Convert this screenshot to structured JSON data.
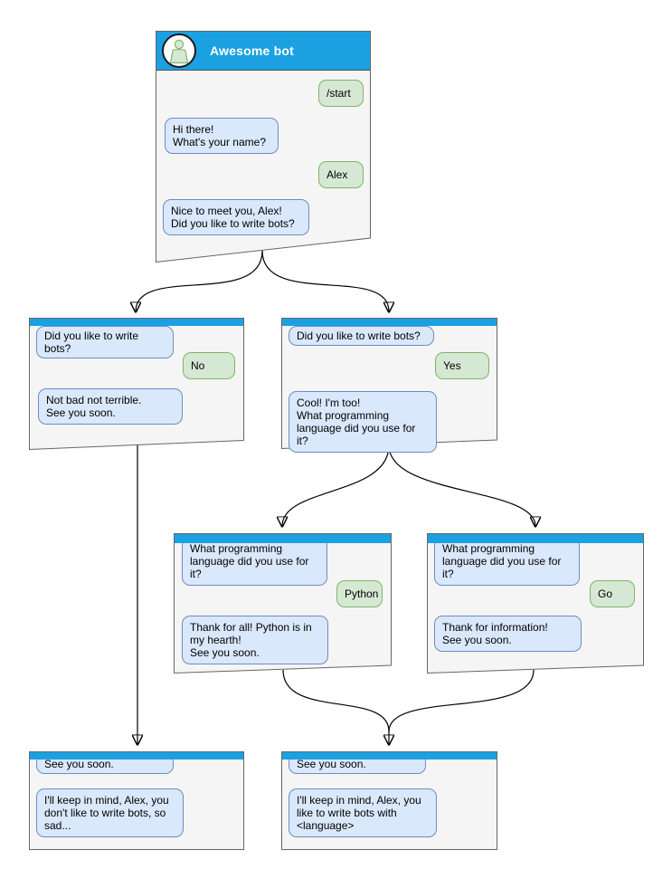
{
  "diagram_type": "chatbot-conversation-flowchart",
  "colors": {
    "header_blue": "#1BA1E2",
    "window_body": "#F5F5F5",
    "window_border": "#666666",
    "bot_bubble_fill": "#DAE8FC",
    "bot_bubble_border": "#6C8EBF",
    "user_bubble_fill": "#D5E8D4",
    "user_bubble_border": "#82B366",
    "connector": "#000000"
  },
  "nodes": {
    "root": {
      "title": "Awesome bot",
      "avatar_icon": "bot-avatar-icon",
      "messages": [
        {
          "from": "user",
          "text": "/start"
        },
        {
          "from": "bot",
          "text": "Hi there!\nWhat's your name?"
        },
        {
          "from": "user",
          "text": "Alex"
        },
        {
          "from": "bot",
          "text": "Nice to meet you, Alex!\nDid you like to write bots?"
        }
      ]
    },
    "no_branch": {
      "messages": [
        {
          "from": "bot",
          "text": "Did you like to write bots?"
        },
        {
          "from": "user",
          "text": "No"
        },
        {
          "from": "bot",
          "text": "Not bad not terrible.\nSee you soon."
        }
      ]
    },
    "yes_branch": {
      "messages": [
        {
          "from": "bot",
          "text": "Did you like to write bots?"
        },
        {
          "from": "user",
          "text": "Yes"
        },
        {
          "from": "bot",
          "text": "Cool! I'm too!\nWhat programming\nlanguage did you use for it?"
        }
      ]
    },
    "python_branch": {
      "messages": [
        {
          "from": "bot",
          "text": "What programming\nlanguage did you use for it?"
        },
        {
          "from": "user",
          "text": "Python"
        },
        {
          "from": "bot",
          "text": "Thank for all! Python is in\nmy hearth!\nSee you soon."
        }
      ]
    },
    "go_branch": {
      "messages": [
        {
          "from": "bot",
          "text": "What programming\nlanguage did you use for it?"
        },
        {
          "from": "user",
          "text": "Go"
        },
        {
          "from": "bot",
          "text": "Thank for information!\nSee you soon."
        }
      ]
    },
    "end_no": {
      "messages": [
        {
          "from": "bot",
          "text": "See you soon."
        },
        {
          "from": "bot",
          "text": "I'll keep in mind, Alex, you\ndon't like to write bots, so\nsad..."
        }
      ]
    },
    "end_yes": {
      "messages": [
        {
          "from": "bot",
          "text": "See you soon."
        },
        {
          "from": "bot",
          "text": "I'll keep in mind, Alex, you\nlike to write bots with\n<language>"
        }
      ]
    }
  },
  "edges": [
    {
      "from": "root",
      "to": "no_branch"
    },
    {
      "from": "root",
      "to": "yes_branch"
    },
    {
      "from": "yes_branch",
      "to": "python_branch"
    },
    {
      "from": "yes_branch",
      "to": "go_branch"
    },
    {
      "from": "no_branch",
      "to": "end_no"
    },
    {
      "from": "python_branch",
      "to": "end_yes"
    },
    {
      "from": "go_branch",
      "to": "end_yes"
    }
  ]
}
